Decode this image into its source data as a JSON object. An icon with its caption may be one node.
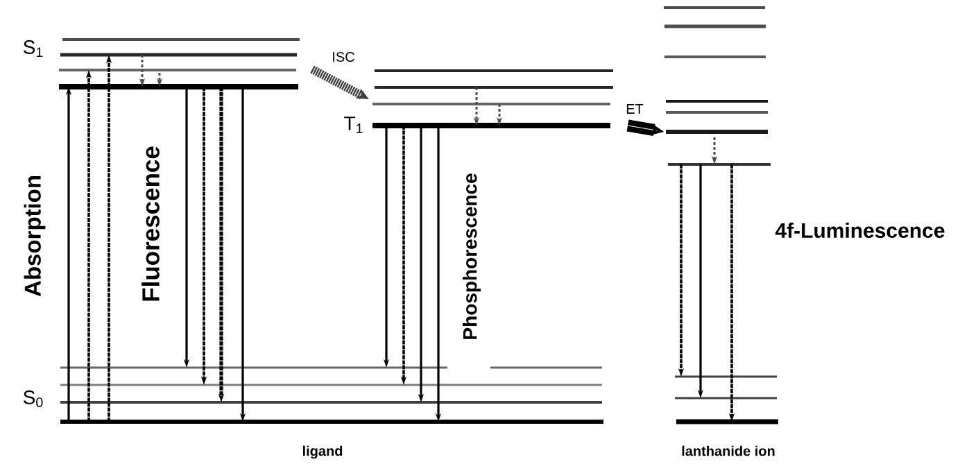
{
  "diagram": {
    "labels": [
      "S$_{1}$",
      "ISC",
      "T$_{1}$",
      "ET",
      "Absorption",
      "Fluorescence",
      "Phosphorescence",
      "4f-Luminescence",
      "S$_{0}$",
      "ligand",
      "lanthanide ion"
    ]
  }
}
